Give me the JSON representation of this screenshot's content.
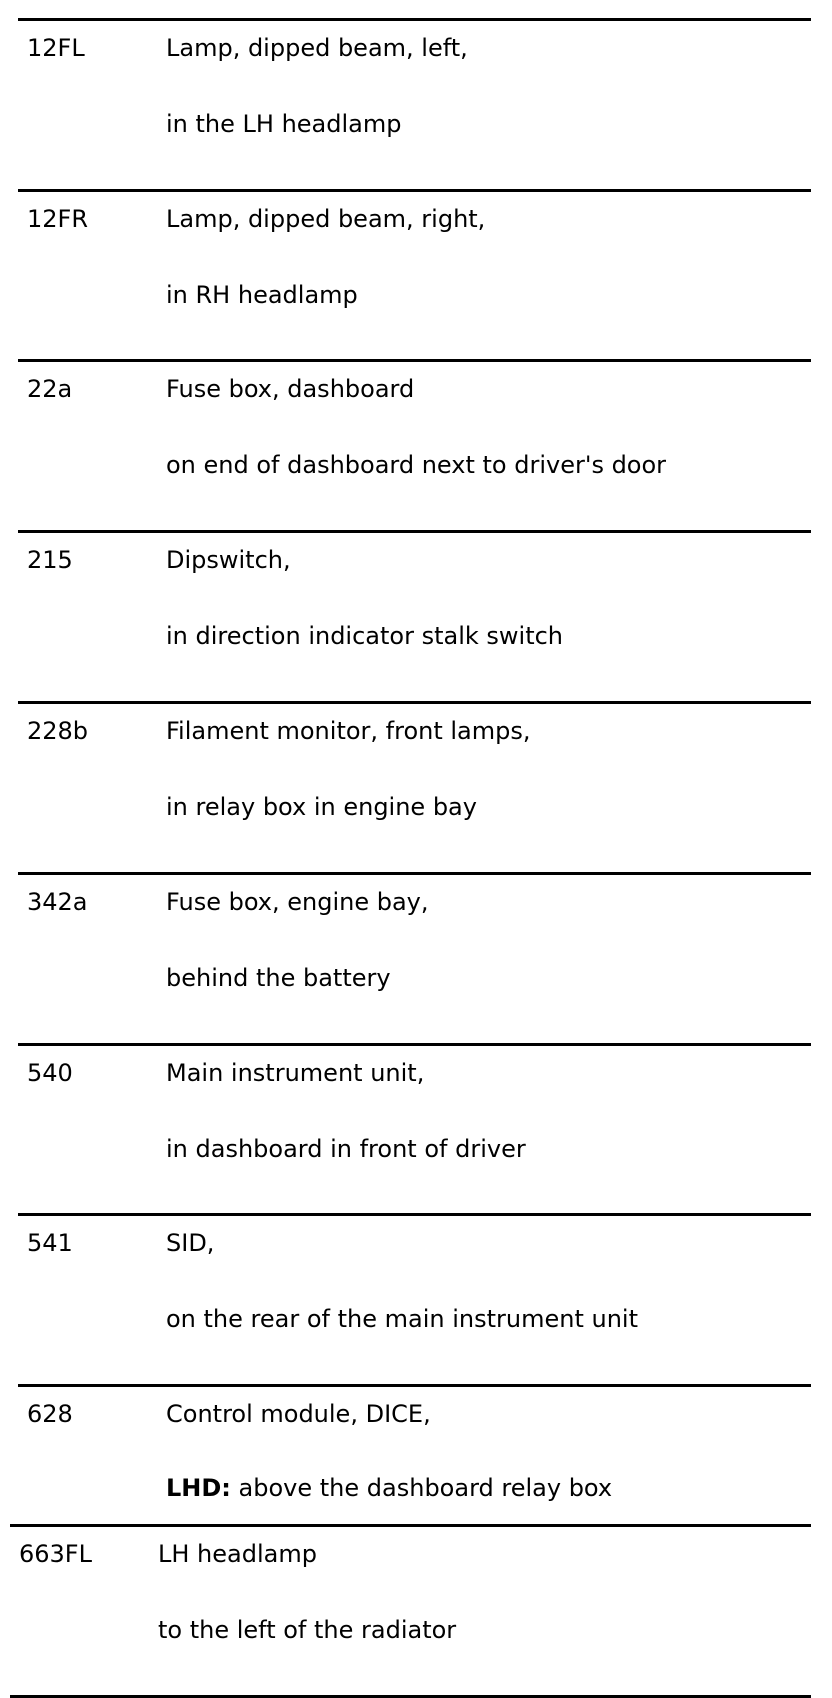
{
  "rows": [
    {
      "code": "12FL",
      "name": "Lamp, dipped beam, left,",
      "location": "in the LH headlamp"
    },
    {
      "code": "12FR",
      "name": "Lamp, dipped beam, right,",
      "location": "in RH headlamp"
    },
    {
      "code": "22a",
      "name": "Fuse box, dashboard",
      "location": "on end of dashboard next to driver's door"
    },
    {
      "code": "215",
      "name": "Dipswitch,",
      "location": "in direction indicator stalk switch"
    },
    {
      "code": "228b",
      "name": "Filament monitor, front lamps,",
      "location": "in relay box in engine bay"
    },
    {
      "code": "342a",
      "name": "Fuse box, engine bay,",
      "location": "behind the battery"
    },
    {
      "code": "540",
      "name": "Main instrument unit,",
      "location": "in dashboard in front of driver"
    },
    {
      "code": "541",
      "name": "SID,",
      "location": "on the rear of the main instrument unit"
    },
    {
      "code": "628",
      "name": "Control module, DICE,",
      "location_prefix": "LHD:",
      "location": "above the dashboard relay box"
    },
    {
      "code": "663FL",
      "name": "LH headlamp",
      "location": "to the left of the radiator"
    }
  ]
}
